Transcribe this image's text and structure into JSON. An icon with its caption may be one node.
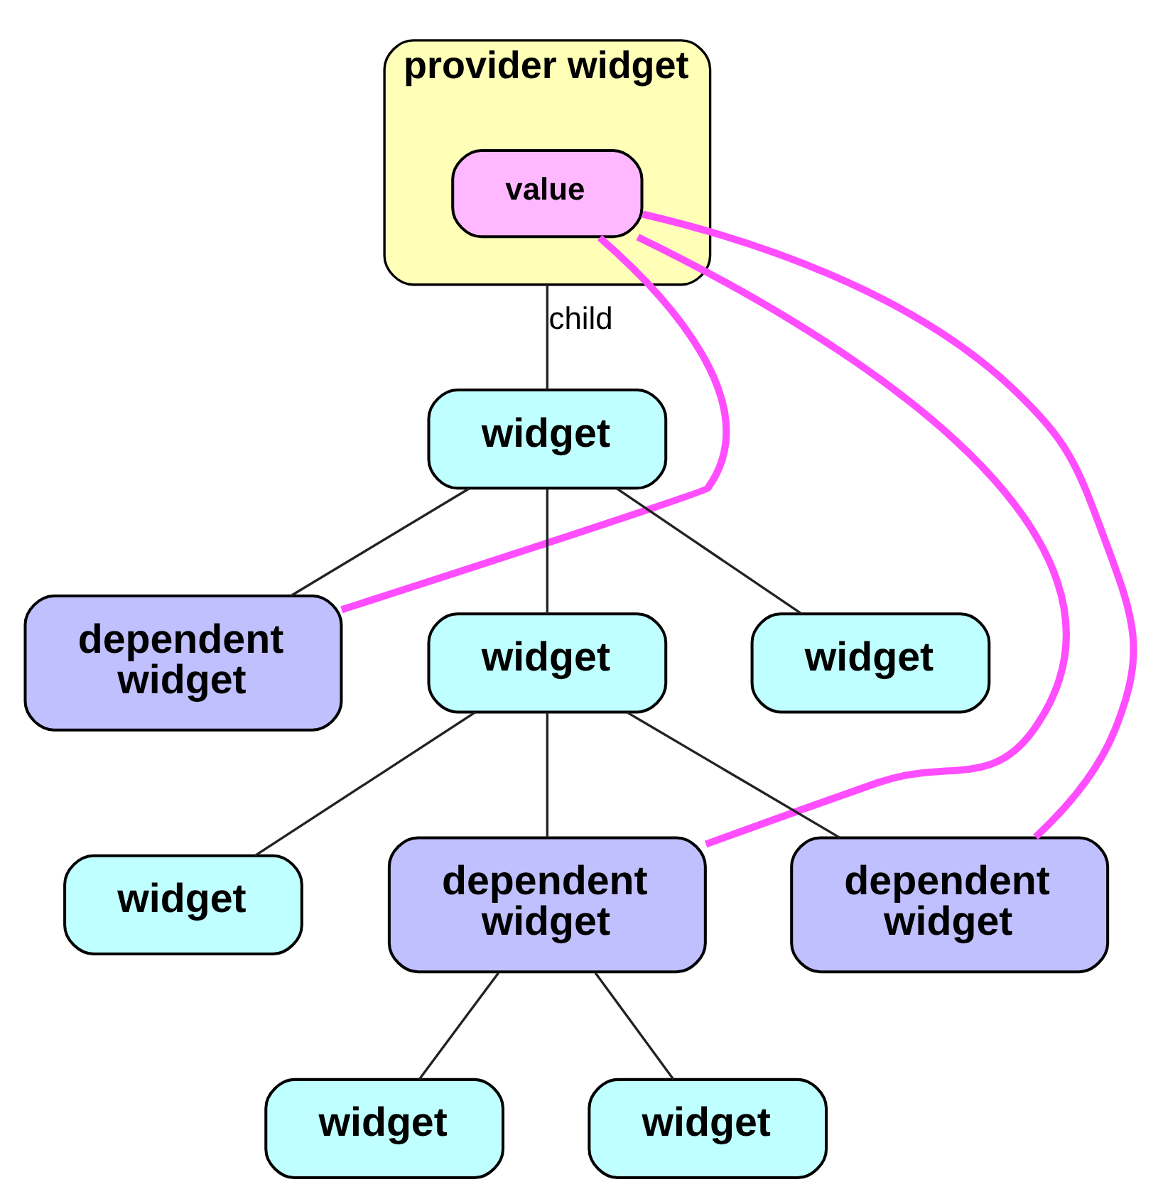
{
  "diagram": {
    "nodes": [
      {
        "text": [
          "provider widget"
        ]
      },
      {
        "text": [
          "value"
        ],
        "in": 0
      },
      {
        "text": [
          "widget"
        ]
      },
      {
        "text": [
          "dependent widget"
        ]
      },
      {
        "text": [
          "widget"
        ]
      },
      {
        "text": [
          "widget"
        ]
      },
      {
        "text": [
          "widget"
        ]
      },
      {
        "text": [
          "dependent widget"
        ]
      },
      {
        "text": [
          "dependent widget"
        ]
      },
      {
        "text": [
          "widget"
        ]
      },
      {
        "text": [
          "widget"
        ]
      }
    ],
    "edges": [
      {
        "from": 0,
        "to": 2,
        "arrow": "none",
        "label": "child"
      },
      {
        "from": 2,
        "to": 3,
        "arrow": "none"
      },
      {
        "from": 2,
        "to": 4,
        "arrow": "none"
      },
      {
        "from": 2,
        "to": 5,
        "arrow": "none"
      },
      {
        "from": 4,
        "to": 6,
        "arrow": "none"
      },
      {
        "from": 4,
        "to": 7,
        "arrow": "none"
      },
      {
        "from": 4,
        "to": 8,
        "arrow": "none"
      },
      {
        "from": 7,
        "to": 9,
        "arrow": "none"
      },
      {
        "from": 7,
        "to": 10,
        "arrow": "none"
      },
      {
        "from": 1,
        "to": 3,
        "arrow": "none",
        "style": "thick",
        "color": "#ff4dff"
      },
      {
        "from": 1,
        "to": 7,
        "arrow": "none",
        "style": "thick",
        "color": "#ff4dff"
      },
      {
        "from": 1,
        "to": 8,
        "arrow": "none",
        "style": "thick",
        "color": "#ff4dff"
      }
    ]
  }
}
